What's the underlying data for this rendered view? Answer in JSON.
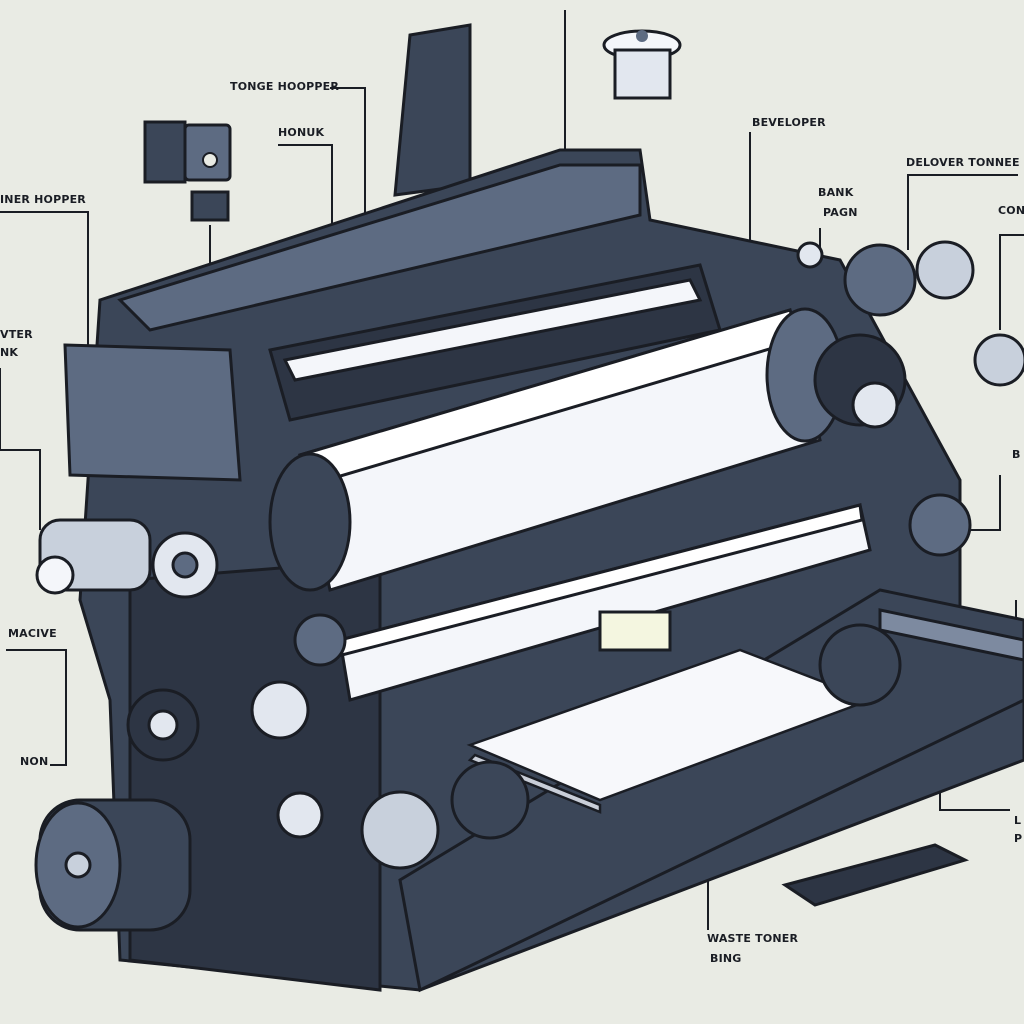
{
  "title": "Laser printer internal components (labeled cutaway illustration)",
  "labels": {
    "toner_hopper_top": "TONGE HOOPPER",
    "honuk": "HONUK",
    "developer": "BEVELOPER",
    "deliver_toner": "DELOVER TONNEE",
    "bank_line1": "BANK",
    "bank_line2": "PAGN",
    "con": "CON",
    "toner_hopper_left": "INER HOPPER",
    "vter_line1": "VTER",
    "vter_line2": "NK",
    "macive": "MACIVE",
    "non": "NON",
    "waste_line1": "WASTE TONER",
    "waste_line2": "BING",
    "right_b": "B",
    "right_l": "L",
    "right_p": "P"
  },
  "colors": {
    "background": "#e9ebe4",
    "body": "#3b4658",
    "body_dark": "#232a36",
    "body_light": "#5d6b82",
    "roller": "#f4f6fa",
    "line": "#1a1d24"
  }
}
